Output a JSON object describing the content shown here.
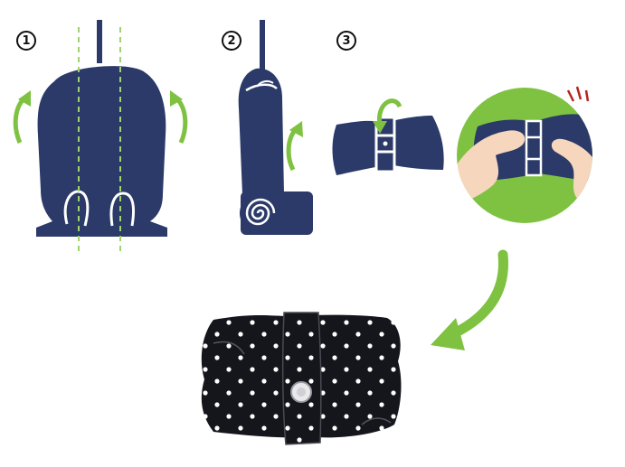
{
  "steps": [
    {
      "number": "1"
    },
    {
      "number": "2"
    },
    {
      "number": "3"
    }
  ],
  "colors": {
    "navy": "#2b3a68",
    "green": "#7fc242",
    "dash": "#9fd36b",
    "skin": "#f6d7bd",
    "polka_fabric": "#15151c",
    "accent_red": "#b3251e"
  },
  "icons": [
    "rotate-arrow-icon",
    "curved-arrow-icon",
    "snap-button-icon"
  ]
}
